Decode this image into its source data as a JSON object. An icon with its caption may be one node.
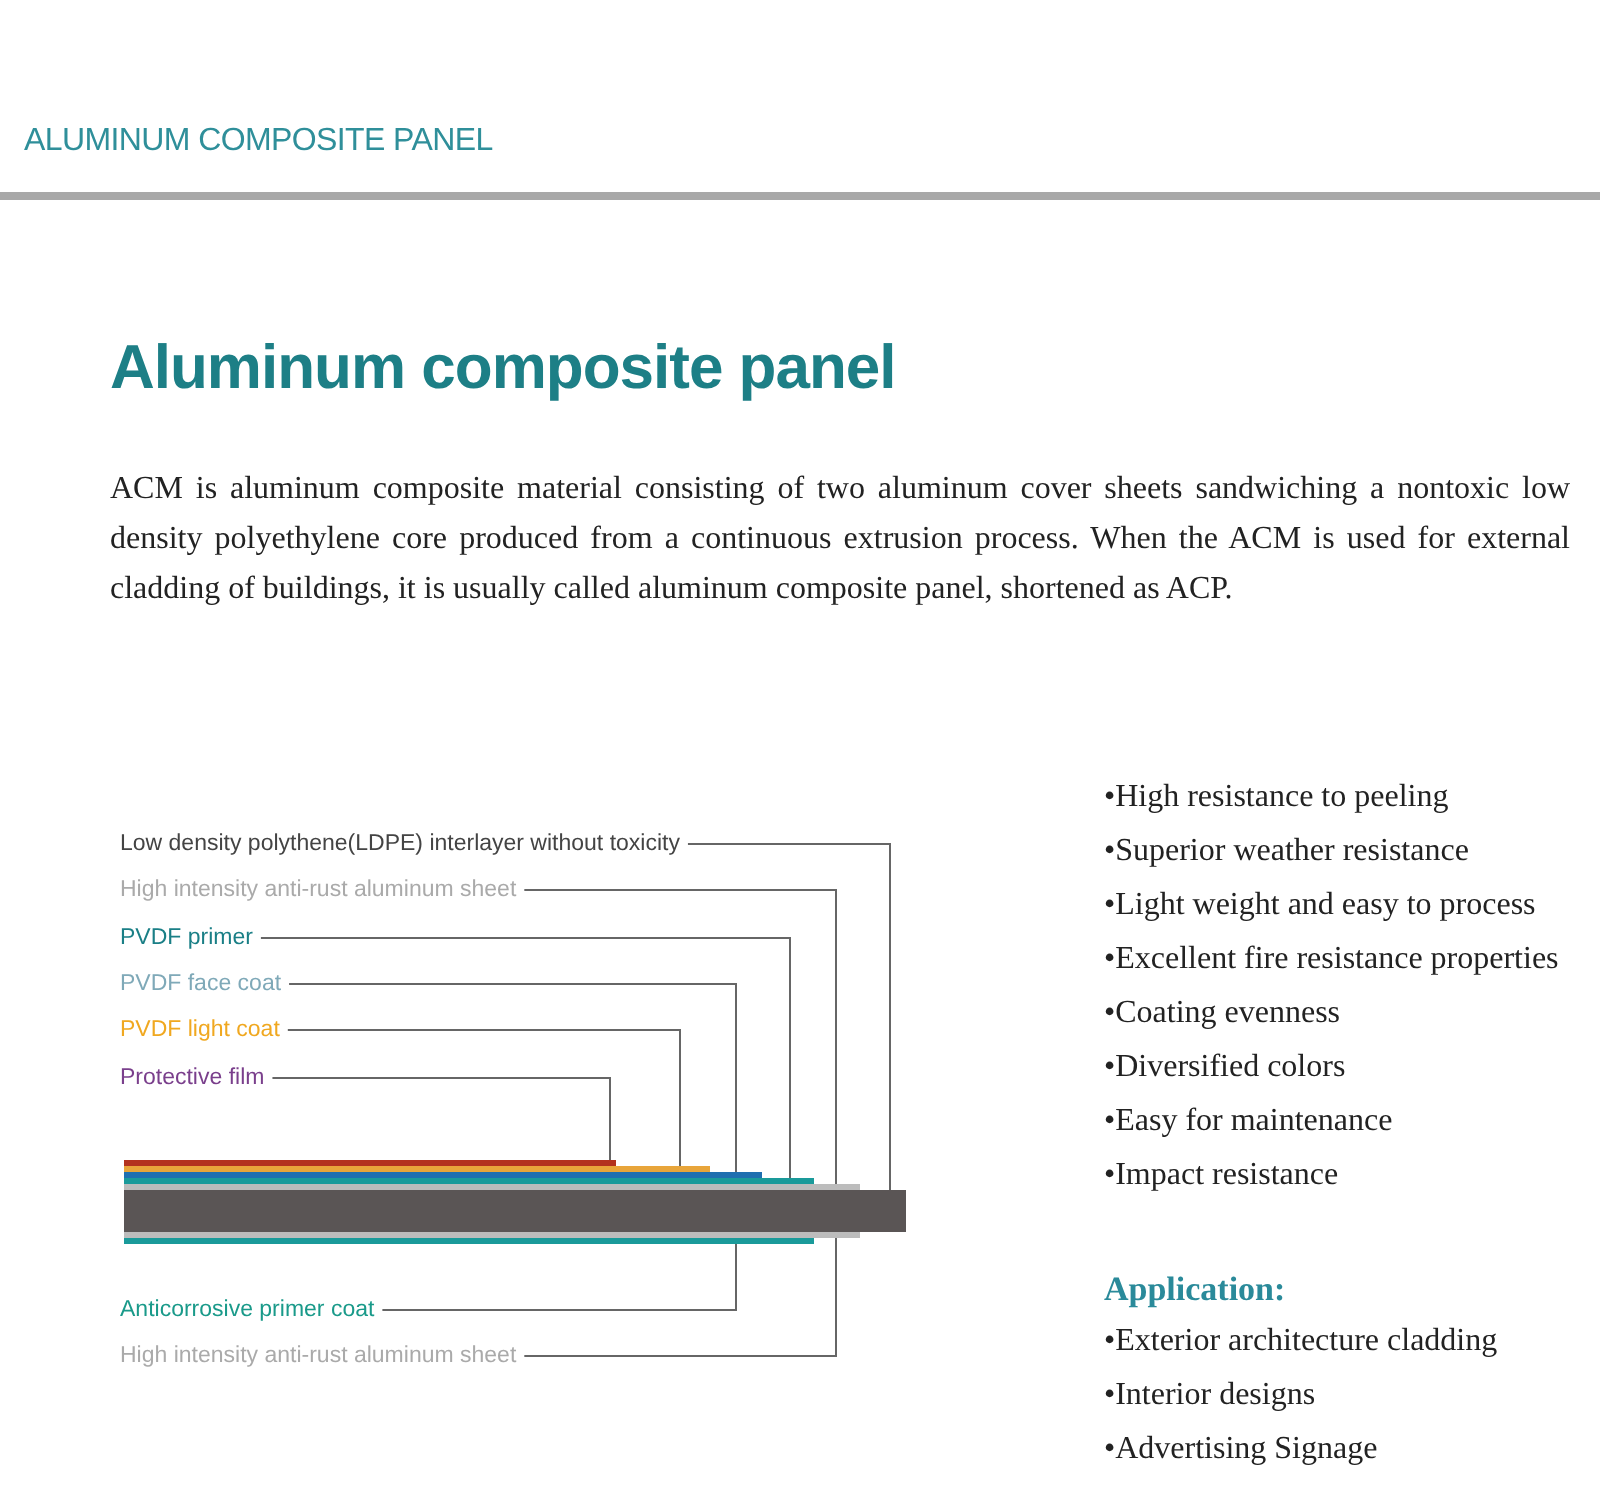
{
  "diagram": {
    "title": "Aluminum composite panel",
    "nodes": [
      {
        "text": [
          "Low density polythene(LDPE) interlayer without toxicity"
        ]
      },
      {
        "text": [
          "High intensity anti-rust aluminum sheet"
        ]
      },
      {
        "text": [
          "PVDF primer"
        ]
      },
      {
        "text": [
          "PVDF face coat"
        ]
      },
      {
        "text": [
          "PVDF light coat"
        ]
      },
      {
        "text": [
          "Protective film"
        ]
      },
      {
        "text": [],
        "shape": "bar"
      },
      {
        "text": [],
        "shape": "bar"
      },
      {
        "text": [],
        "shape": "bar"
      },
      {
        "text": [],
        "shape": "bar"
      },
      {
        "text": [],
        "shape": "bar"
      },
      {
        "text": [],
        "shape": "bar"
      },
      {
        "text": [],
        "shape": "bar"
      },
      {
        "text": [],
        "shape": "bar"
      },
      {
        "text": [
          "Anticorrosive primer coat"
        ]
      },
      {
        "text": [
          "High intensity anti-rust aluminum sheet"
        ]
      }
    ],
    "edges": [
      {
        "from": 0,
        "to": 11,
        "arrow": "none"
      },
      {
        "from": 1,
        "to": 10,
        "arrow": "none"
      },
      {
        "from": 2,
        "to": 9,
        "arrow": "none"
      },
      {
        "from": 3,
        "to": 8,
        "arrow": "none"
      },
      {
        "from": 4,
        "to": 7,
        "arrow": "none"
      },
      {
        "from": 5,
        "to": 6,
        "arrow": "none"
      },
      {
        "from": 14,
        "to": 13,
        "arrow": "none"
      },
      {
        "from": 15,
        "to": 12,
        "arrow": "none"
      }
    ],
    "labels": [
      "ALUMINUM COMPOSITE PANEL",
      "ACM is aluminum composite material consisting of two aluminum cover sheets sandwiching a nontoxic low density polyethylene core produced from a continuous extrusion process. When the ACM is used for external cladding of buildings, it is usually called aluminum composite panel, shortened as ACP.",
      "•High resistance to peeling",
      "•Superior weather resistance",
      "•Light weight and easy to process",
      "•Excellent fire resistance properties",
      "•Coating evenness",
      "•Diversified colors",
      "•Easy for maintenance",
      "•Impact resistance",
      "Application:",
      "•Exterior architecture cladding",
      "•Interior designs",
      "•Advertising Signage"
    ]
  }
}
